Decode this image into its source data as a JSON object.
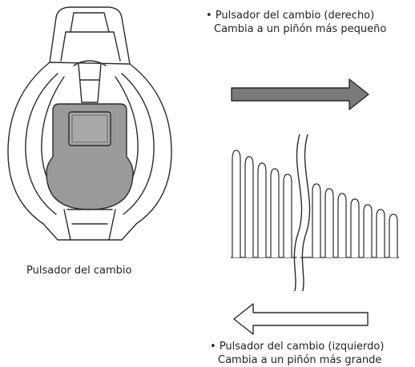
{
  "top_note": {
    "bullet": "•",
    "line1": "Pulsador del cambio (derecho)",
    "line2": "Cambia a un piñón más pequeño"
  },
  "bottom_note": {
    "bullet": "•",
    "line1": "Pulsador del cambio (izquierdo)",
    "line2": "Cambia a un piñón más grande"
  },
  "lever_caption": "Pulsador del cambio",
  "colors": {
    "button_fill": "#9a9a9a",
    "arrow_right_fill": "#7a7a7a",
    "arrow_left_fill": "#ffffff",
    "outline": "#2a2a2a"
  }
}
